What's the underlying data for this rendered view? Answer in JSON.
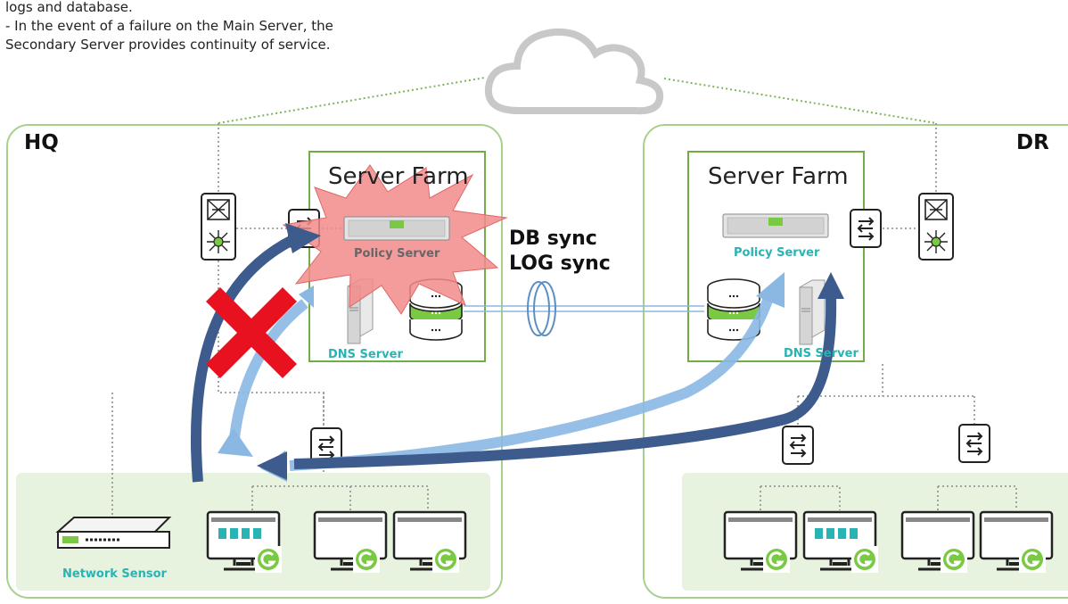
{
  "description_lines": [
    "logs and database.",
    "- In the event of a failure on the Main Server, the",
    "Secondary Server provides continuity of service."
  ],
  "sites": {
    "hq": {
      "label": "HQ",
      "farm_title": "Server Farm",
      "policy_server": "Policy Server",
      "dns_server": "DNS Server",
      "network_sensor": "Network Sensor"
    },
    "dr": {
      "label": "DR",
      "farm_title": "Server Farm",
      "policy_server": "Policy Server",
      "dns_server": "DNS Server"
    }
  },
  "sync": {
    "line1": "DB sync",
    "line2": "LOG sync"
  },
  "icons": [
    "cloud-icon",
    "router-icon",
    "switch-icon",
    "server-icon",
    "database-icon",
    "monitor-icon",
    "agent-icon",
    "failure-burst-icon",
    "failure-x-icon"
  ],
  "colors": {
    "site_border": "#a8d08d",
    "farm_border": "#70ad47",
    "endpoint_zone": "#e8f3df",
    "label_teal": "#2ab3b3",
    "arrow_dark": "#3d5b8c",
    "arrow_light": "#8ab8e3",
    "burst": "#f08080",
    "cross": "#e8111f",
    "agent_green": "#7ac943"
  }
}
